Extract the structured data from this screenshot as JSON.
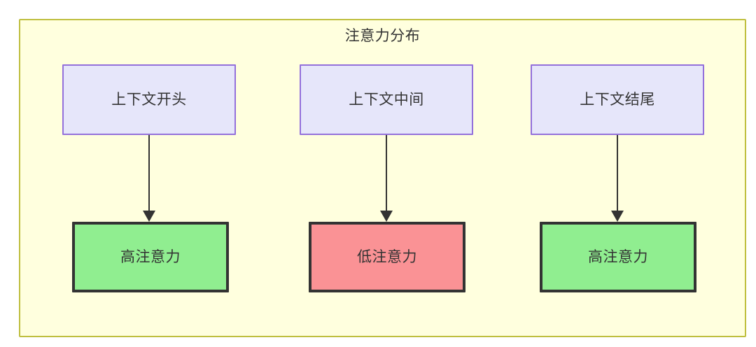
{
  "diagram": {
    "type": "flowchart",
    "title": "注意力分布",
    "frame": {
      "fill_color": "#ffffde",
      "border_color": "#bfbf3f"
    },
    "context_nodes": [
      {
        "id": "context-start",
        "label": "上下文开头",
        "fill_color": "#e6e6fa",
        "border_color": "#9370db"
      },
      {
        "id": "context-middle",
        "label": "上下文中间",
        "fill_color": "#e6e6fa",
        "border_color": "#9370db"
      },
      {
        "id": "context-end",
        "label": "上下文结尾",
        "fill_color": "#e6e6fa",
        "border_color": "#9370db"
      }
    ],
    "attention_nodes": [
      {
        "id": "attention-high-start",
        "label": "高注意力",
        "level": "high",
        "fill_color": "#90ee90",
        "border_color": "#333333"
      },
      {
        "id": "attention-low-middle",
        "label": "低注意力",
        "level": "low",
        "fill_color": "#fa9295",
        "border_color": "#333333"
      },
      {
        "id": "attention-high-end",
        "label": "高注意力",
        "level": "high",
        "fill_color": "#90ee90",
        "border_color": "#333333"
      }
    ],
    "edges": [
      {
        "from": "context-start",
        "to": "attention-high-start",
        "label": ""
      },
      {
        "from": "context-middle",
        "to": "attention-low-middle",
        "label": ""
      },
      {
        "from": "context-end",
        "to": "attention-high-end",
        "label": ""
      }
    ],
    "edge_color": "#333333"
  }
}
